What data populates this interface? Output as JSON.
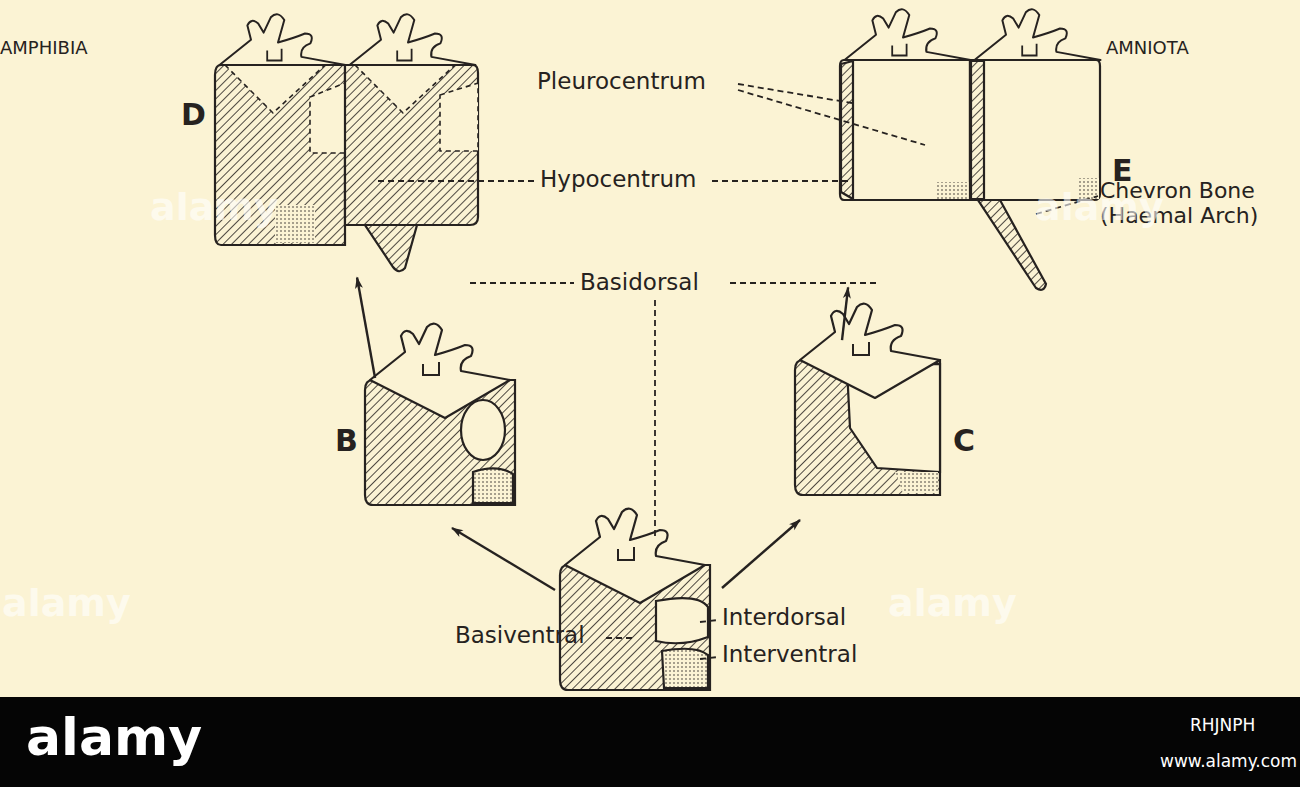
{
  "diagram": {
    "nodes": [
      {
        "text": [
          "D"
        ]
      },
      {
        "text": [
          "E"
        ]
      },
      {
        "text": [
          "B"
        ]
      },
      {
        "text": [
          "C"
        ]
      }
    ],
    "edges": [
      {
        "from": 2,
        "to": 0,
        "arrow": "to"
      },
      {
        "from": 3,
        "to": 1,
        "arrow": "to"
      }
    ],
    "labels": [
      "AMPHIBIA",
      "AMNIOTA",
      "Pleurocentrum",
      "Hypocentrum",
      "Chevron Bone (Haemal Arch)",
      "Basidorsal",
      "Interdorsal",
      "Basiventral",
      "Interventral",
      "alamy",
      "alamy",
      "alamy",
      "alamy",
      "alamy",
      "RHJNPH",
      "www.alamy.com"
    ]
  }
}
